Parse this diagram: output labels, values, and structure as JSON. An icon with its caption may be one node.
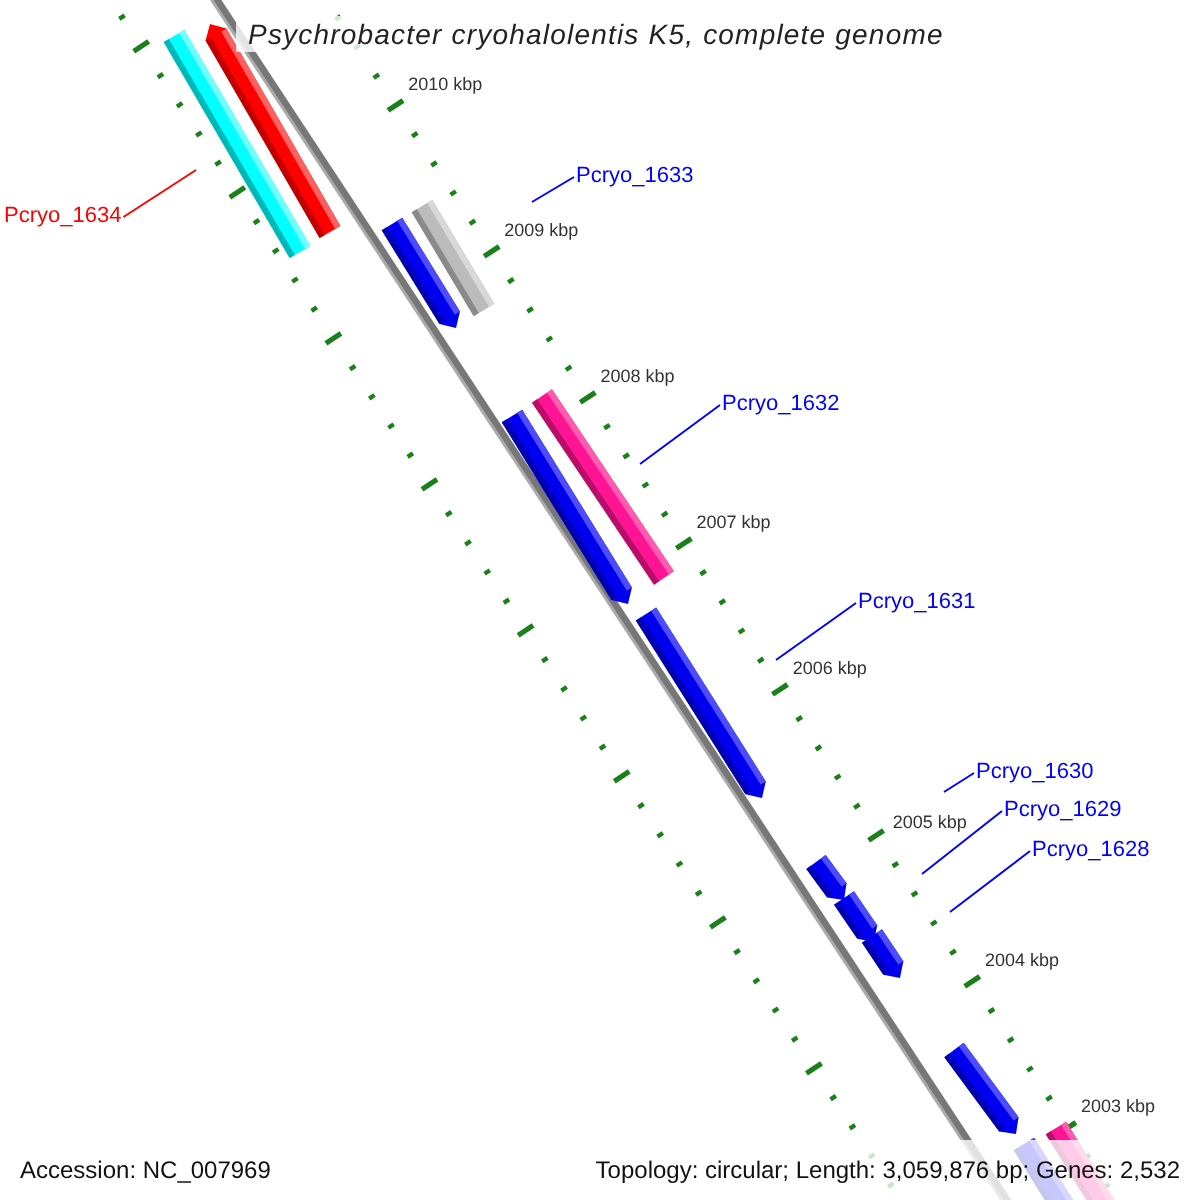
{
  "diagram": {
    "title": "Psychrobacter cryohalolentis K5, complete genome",
    "nodes": [
      {
        "text": [
          "Pcryo_1633"
        ]
      },
      {
        "text": [
          "Pcryo_1634"
        ]
      },
      {
        "text": [
          "Pcryo_1632"
        ]
      },
      {
        "text": [
          "Pcryo_1631"
        ]
      },
      {
        "text": [
          "Pcryo_1630"
        ]
      },
      {
        "text": [
          "Pcryo_1629"
        ]
      },
      {
        "text": [
          "Pcryo_1628"
        ]
      }
    ],
    "edges": [
      {
        "from": 0,
        "to": null,
        "arrow": "none"
      },
      {
        "from": 1,
        "to": null,
        "arrow": "none",
        "color": "#ff0000"
      },
      {
        "from": 2,
        "to": null,
        "arrow": "none"
      },
      {
        "from": 3,
        "to": null,
        "arrow": "none"
      },
      {
        "from": 4,
        "to": null,
        "arrow": "none"
      },
      {
        "from": 5,
        "to": null,
        "arrow": "none"
      },
      {
        "from": 6,
        "to": null,
        "arrow": "none"
      }
    ],
    "labels": [
      "2010 kbp",
      "2009 kbp",
      "2008 kbp",
      "2007 kbp",
      "2006 kbp",
      "2005 kbp",
      "2004 kbp",
      "2003 kbp",
      "Accession: NC_007969",
      "Topology: circular; Length: 3,059,876 bp; Genes: 2,532"
    ]
  }
}
